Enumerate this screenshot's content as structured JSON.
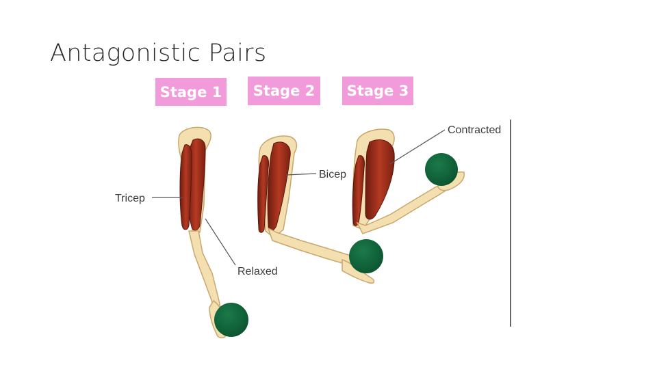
{
  "slide": {
    "title": "Antagonistic Pairs",
    "stages": [
      "Stage 1",
      "Stage 2",
      "Stage 3"
    ]
  },
  "diagram": {
    "labels": {
      "tricep": "Tricep",
      "relaxed": "Relaxed",
      "bicep": "Bicep",
      "contracted": "Contracted"
    }
  },
  "colors": {
    "stage_fill": "#f29bdb",
    "bone": "#f3dfb0",
    "muscle": "#a2321f",
    "ball": "#10643a"
  }
}
